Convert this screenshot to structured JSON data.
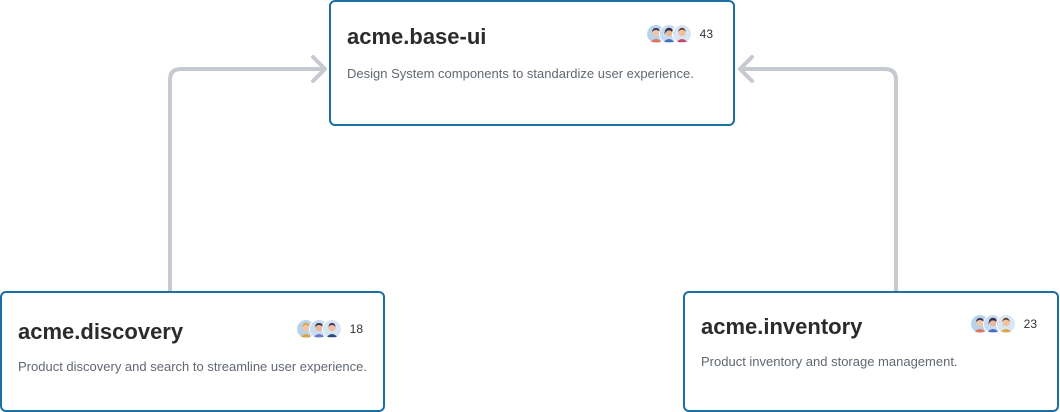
{
  "colors": {
    "card_border": "#1b6fa3",
    "connector": "#c6c9d0",
    "title_text": "#2b2b2b",
    "description_text": "#616872"
  },
  "nodes": [
    {
      "id": "base-ui",
      "title": "acme.base-ui",
      "description": "Design System components to standardize user experience.",
      "contributor_count": "43",
      "avatar_icons": [
        "avatar-icon",
        "avatar-icon",
        "avatar-icon"
      ]
    },
    {
      "id": "discovery",
      "title": "acme.discovery",
      "description": "Product discovery and search to streamline user experience.",
      "contributor_count": "18",
      "avatar_icons": [
        "avatar-icon",
        "avatar-icon",
        "avatar-icon"
      ]
    },
    {
      "id": "inventory",
      "title": "acme.inventory",
      "description": "Product inventory and storage management.",
      "contributor_count": "23",
      "avatar_icons": [
        "avatar-icon",
        "avatar-icon",
        "avatar-icon"
      ]
    }
  ],
  "edges": [
    {
      "from": "discovery",
      "to": "base-ui"
    },
    {
      "from": "inventory",
      "to": "base-ui"
    }
  ]
}
